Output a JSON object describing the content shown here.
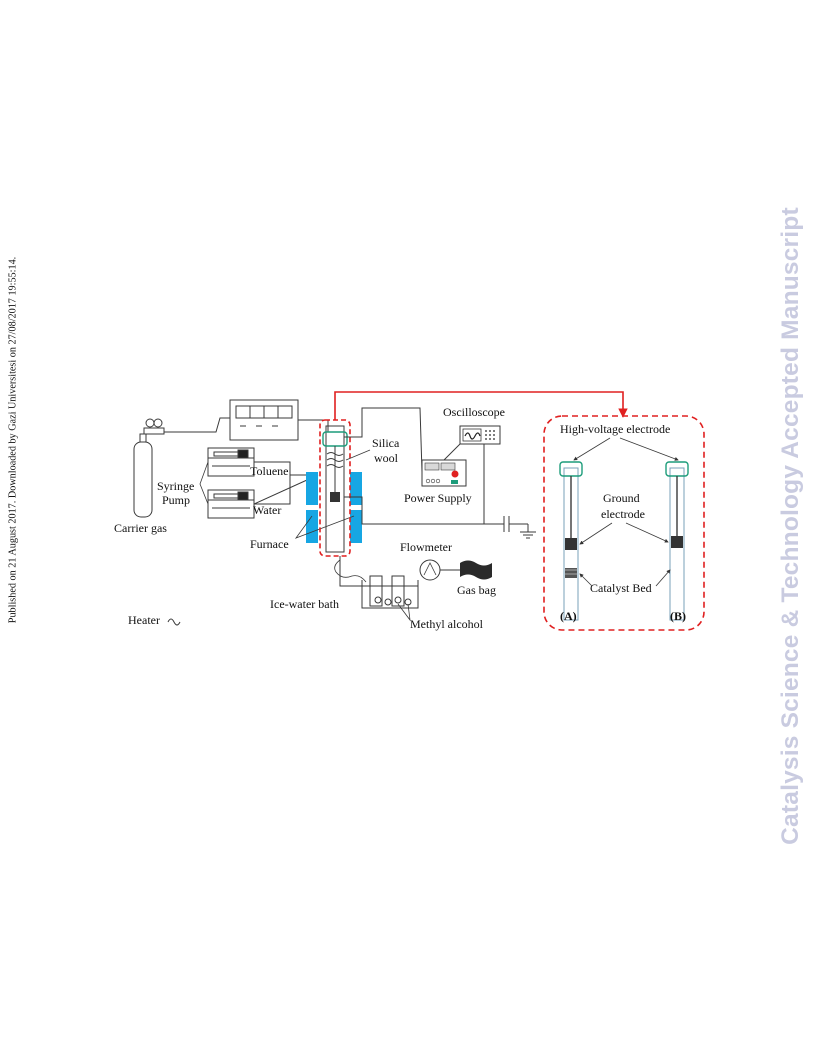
{
  "sidebar_note": "Published on 21 August 2017. Downloaded by Gazi Universitesi on 27/08/2017 19:55:14.",
  "watermark": "Catalysis Science & Technology Accepted Manuscript",
  "figure": {
    "labels": {
      "carrier_gas": "Carrier gas",
      "syringe": "Syringe",
      "pump": "Pump",
      "toluene": "Toluene",
      "water": "Water",
      "furnace": "Furnace",
      "silica": "Silica",
      "wool": "wool",
      "oscilloscope": "Oscilloscope",
      "power_supply": "Power Supply",
      "flowmeter": "Flowmeter",
      "gas_bag": "Gas bag",
      "ice_water_bath": "Ice-water bath",
      "methyl_alcohol": "Methyl alcohol",
      "heater": "Heater",
      "hv_electrode": "High-voltage electrode",
      "ground": "Ground",
      "electrode": "electrode",
      "catalyst_bed": "Catalyst Bed",
      "config_a": "(A)",
      "config_b": "(B)"
    },
    "colors": {
      "line": "#3a3a3a",
      "red": "#e02020",
      "furnace": "#17a6e3",
      "electrode": "#1c9c7a"
    }
  }
}
